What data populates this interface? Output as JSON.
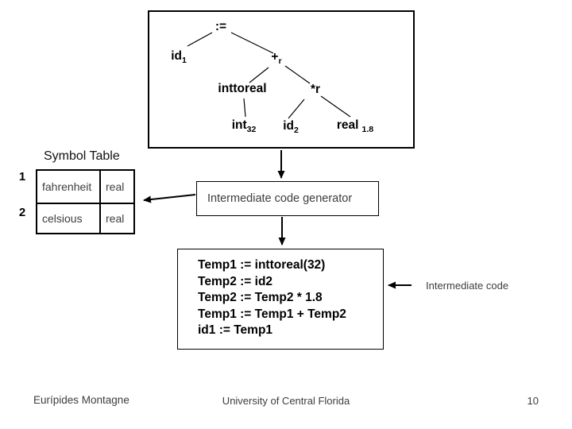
{
  "colors": {
    "ink": "#000000",
    "muted_text": "#3d3d3d",
    "background": "#ffffff"
  },
  "syntax_tree": {
    "nodes": {
      "assign": {
        "base": ":=",
        "sub": ""
      },
      "id1": {
        "base": "id",
        "sub": "1"
      },
      "plus_r": {
        "base": "+",
        "sub": "r"
      },
      "inttoreal": {
        "base": "inttoreal",
        "sub": ""
      },
      "star_r": {
        "base": "*r",
        "sub": ""
      },
      "int32": {
        "base": "int",
        "sub": "32"
      },
      "id2": {
        "base": "id",
        "sub": "2"
      },
      "real_1_8": {
        "base": "real",
        "sub": "1.8"
      }
    }
  },
  "symbol_table": {
    "title": "Symbol Table",
    "rows": [
      {
        "index": "1",
        "name": "fahrenheit",
        "type": "real"
      },
      {
        "index": "2",
        "name": "celsious",
        "type": "real"
      }
    ]
  },
  "generator": {
    "label": "Intermediate code generator"
  },
  "intermediate_code": {
    "label": "Intermediate code",
    "lines": [
      "Temp1 := inttoreal(32)",
      "Temp2 := id2",
      "Temp2 := Temp2 * 1.8",
      "Temp1 := Temp1 + Temp2",
      "id1 := Temp1"
    ]
  },
  "footer": {
    "author": "Eurípides Montagne",
    "institution": "University of Central Florida",
    "page_number": "10"
  }
}
